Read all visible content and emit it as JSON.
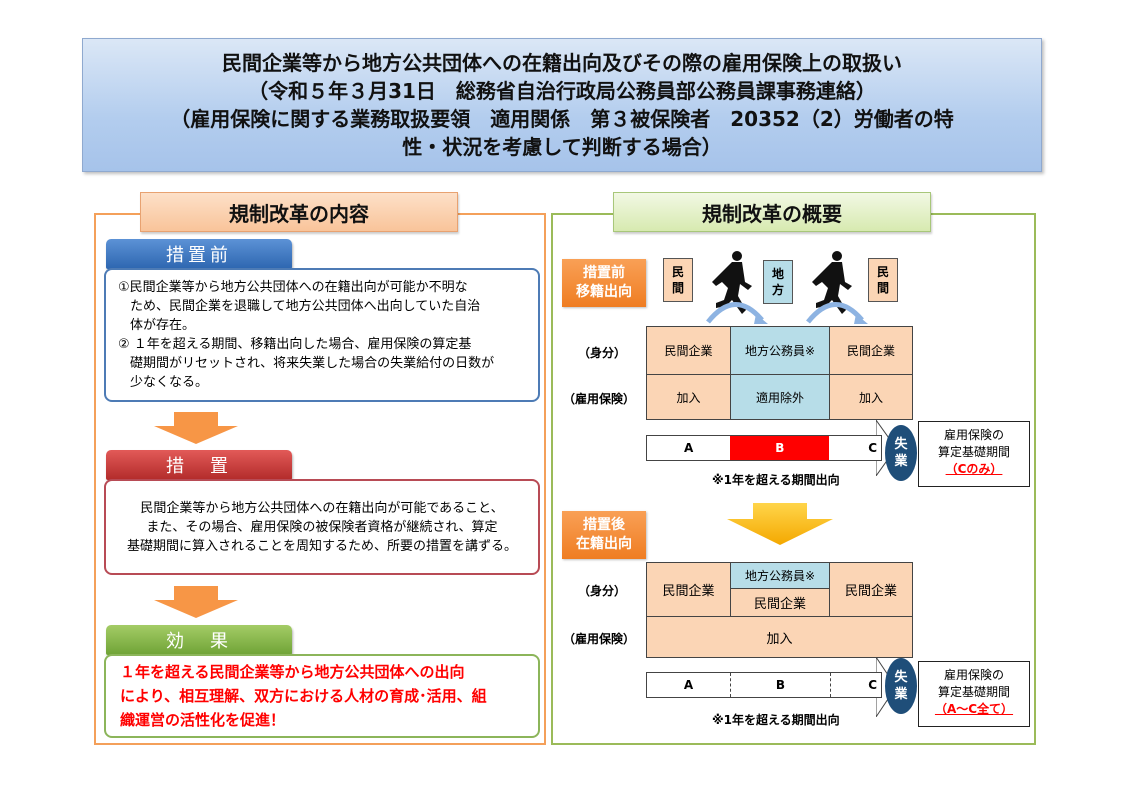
{
  "title": {
    "line1": "民間企業等から地方公共団体への在籍出向及びその際の雇用保険上の取扱い",
    "line2": "（令和５年３月31日　総務省自治行政局公務員部公務員課事務連絡）",
    "line3": "（雇用保険に関する業務取扱要領　適用関係　第３被保険者　20352（2）労働者の特",
    "line4": "性・状況を考慮して判断する場合）"
  },
  "left": {
    "header": "規制改革の内容",
    "before": {
      "tab": "措置前",
      "items": [
        "①民間企業等から地方公共団体への在籍出向が可能か不明な",
        "ため、民間企業を退職して地方公共団体へ出向していた自治",
        "体が存在。",
        "② １年を超える期間、移籍出向した場合、雇用保険の算定基",
        "礎期間がリセットされ、将来失業した場合の失業給付の日数が",
        "少なくなる。"
      ]
    },
    "measure": {
      "tab": "措　置",
      "lines": [
        "民間企業等から地方公共団体への在籍出向が可能であること、",
        "また、その場合、雇用保険の被保険者資格が継続され、算定",
        "基礎期間に算入されることを周知するため、所要の措置を講ずる。"
      ]
    },
    "effect": {
      "tab": "効　果",
      "lines": [
        "１年を超える民間企業等から地方公共団体への出向",
        "により、相互理解、双方における人材の育成･活用、組",
        "織運営の活性化を促進！"
      ]
    }
  },
  "right": {
    "header": "規制改革の概要",
    "before": {
      "label_line1": "措置前",
      "label_line2": "移籍出向",
      "mini_boxes": [
        {
          "l1": "民",
          "l2": "間"
        },
        {
          "l1": "地",
          "l2": "方"
        },
        {
          "l1": "民",
          "l2": "間"
        }
      ],
      "row_status": "（身分）",
      "row_insurance": "（雇用保険）",
      "status": [
        "民間企業",
        "地方公務員※",
        "民間企業"
      ],
      "insurance": [
        "加入",
        "適用除外",
        "加入"
      ],
      "segments": [
        "A",
        "B",
        "C"
      ],
      "unemployment_l1": "失",
      "unemployment_l2": "業",
      "note": "※1年を超える期間出向",
      "result_l1": "雇用保険の",
      "result_l2": "算定基礎期間",
      "result_l3": "（Cのみ）"
    },
    "after": {
      "label_line1": "措置後",
      "label_line2": "在籍出向",
      "row_status": "（身分）",
      "row_insurance": "（雇用保険）",
      "status_left": "民間企業",
      "status_mid_top": "地方公務員※",
      "status_mid_bottom": "民間企業",
      "status_right": "民間企業",
      "insurance": "加入",
      "segments": [
        "A",
        "B",
        "C"
      ],
      "unemployment_l1": "失",
      "unemployment_l2": "業",
      "note": "※1年を超える期間出向",
      "result_l1": "雇用保険の",
      "result_l2": "算定基礎期間",
      "result_l3": "（A～C全て）"
    }
  },
  "colors": {
    "orange_border": "#f4a05a",
    "green_border": "#9bbb59",
    "peach": "#fbd5b5",
    "light_blue": "#b7dde8",
    "red_segment": "#ff0000",
    "navy": "#1f4e79"
  }
}
